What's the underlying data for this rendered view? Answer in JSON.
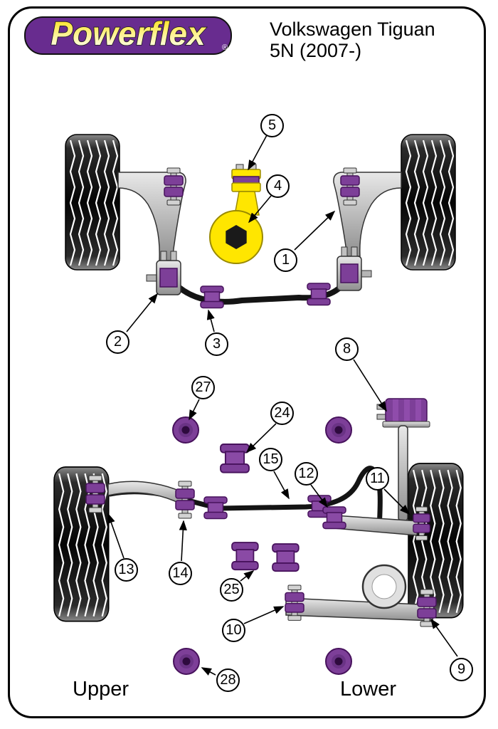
{
  "header": {
    "brand": "Powerflex",
    "registered": "®",
    "title_line1": "Volkswagen Tiguan",
    "title_line2": "5N (2007-)"
  },
  "diagram": {
    "front_callouts": [
      "5",
      "4",
      "1",
      "2",
      "3"
    ],
    "rear_callouts": [
      "8",
      "27",
      "24",
      "15",
      "12",
      "11",
      "13",
      "14",
      "25",
      "10",
      "28",
      "9"
    ]
  },
  "footer": {
    "left_label": "Upper",
    "right_label": "Lower"
  },
  "colors": {
    "bushing_purple": "#7d3f98",
    "bushing_purple_dark": "#47125c",
    "mount_yellow": "#ffe600",
    "logo_purple": "#682c8f"
  }
}
